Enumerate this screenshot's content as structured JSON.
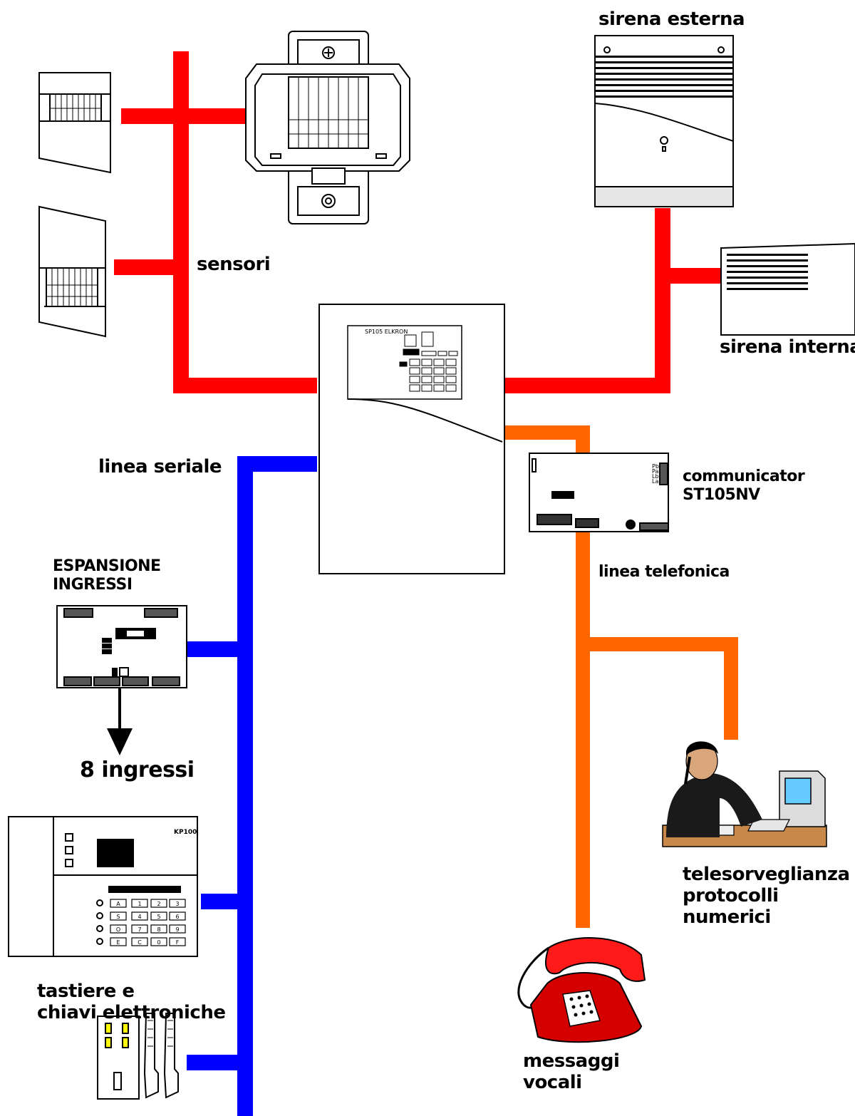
{
  "colors": {
    "sensor_bus": "#ff0000",
    "serial_bus": "#0000ff",
    "phone_line": "#ff6600",
    "outline": "#000000"
  },
  "labels": {
    "sirena_esterna": "sirena esterna",
    "sensori": "sensori",
    "sirena_interna": "sirena interna",
    "linea_seriale": "linea seriale",
    "communicator": "communicator\nST105NV",
    "espansione": "ESPANSIONE\nINGRESSI",
    "linea_telefonica": "linea telefonica",
    "otto_ingressi": "8 ingressi",
    "telesorveglianza": "telesorveglianza\nprotocolli\nnumerici",
    "tastiere": "tastiere e\nchiavi elettroniche",
    "messaggi": "messaggi\nvocali"
  },
  "device_text": {
    "keypad_brand": "KP100",
    "keypad_keys": [
      "A",
      "1",
      "2",
      "3",
      "S",
      "4",
      "5",
      "6",
      "O",
      "7",
      "8",
      "9",
      "E",
      "C",
      "0",
      "F"
    ]
  },
  "icons": [
    "pir-sensor-icon",
    "detector-icon",
    "control-panel-icon",
    "external-siren-icon",
    "internal-siren-icon",
    "communicator-board-icon",
    "expansion-board-icon",
    "keypad-icon",
    "electronic-keys-icon",
    "operator-workstation-icon",
    "telephone-icon"
  ]
}
